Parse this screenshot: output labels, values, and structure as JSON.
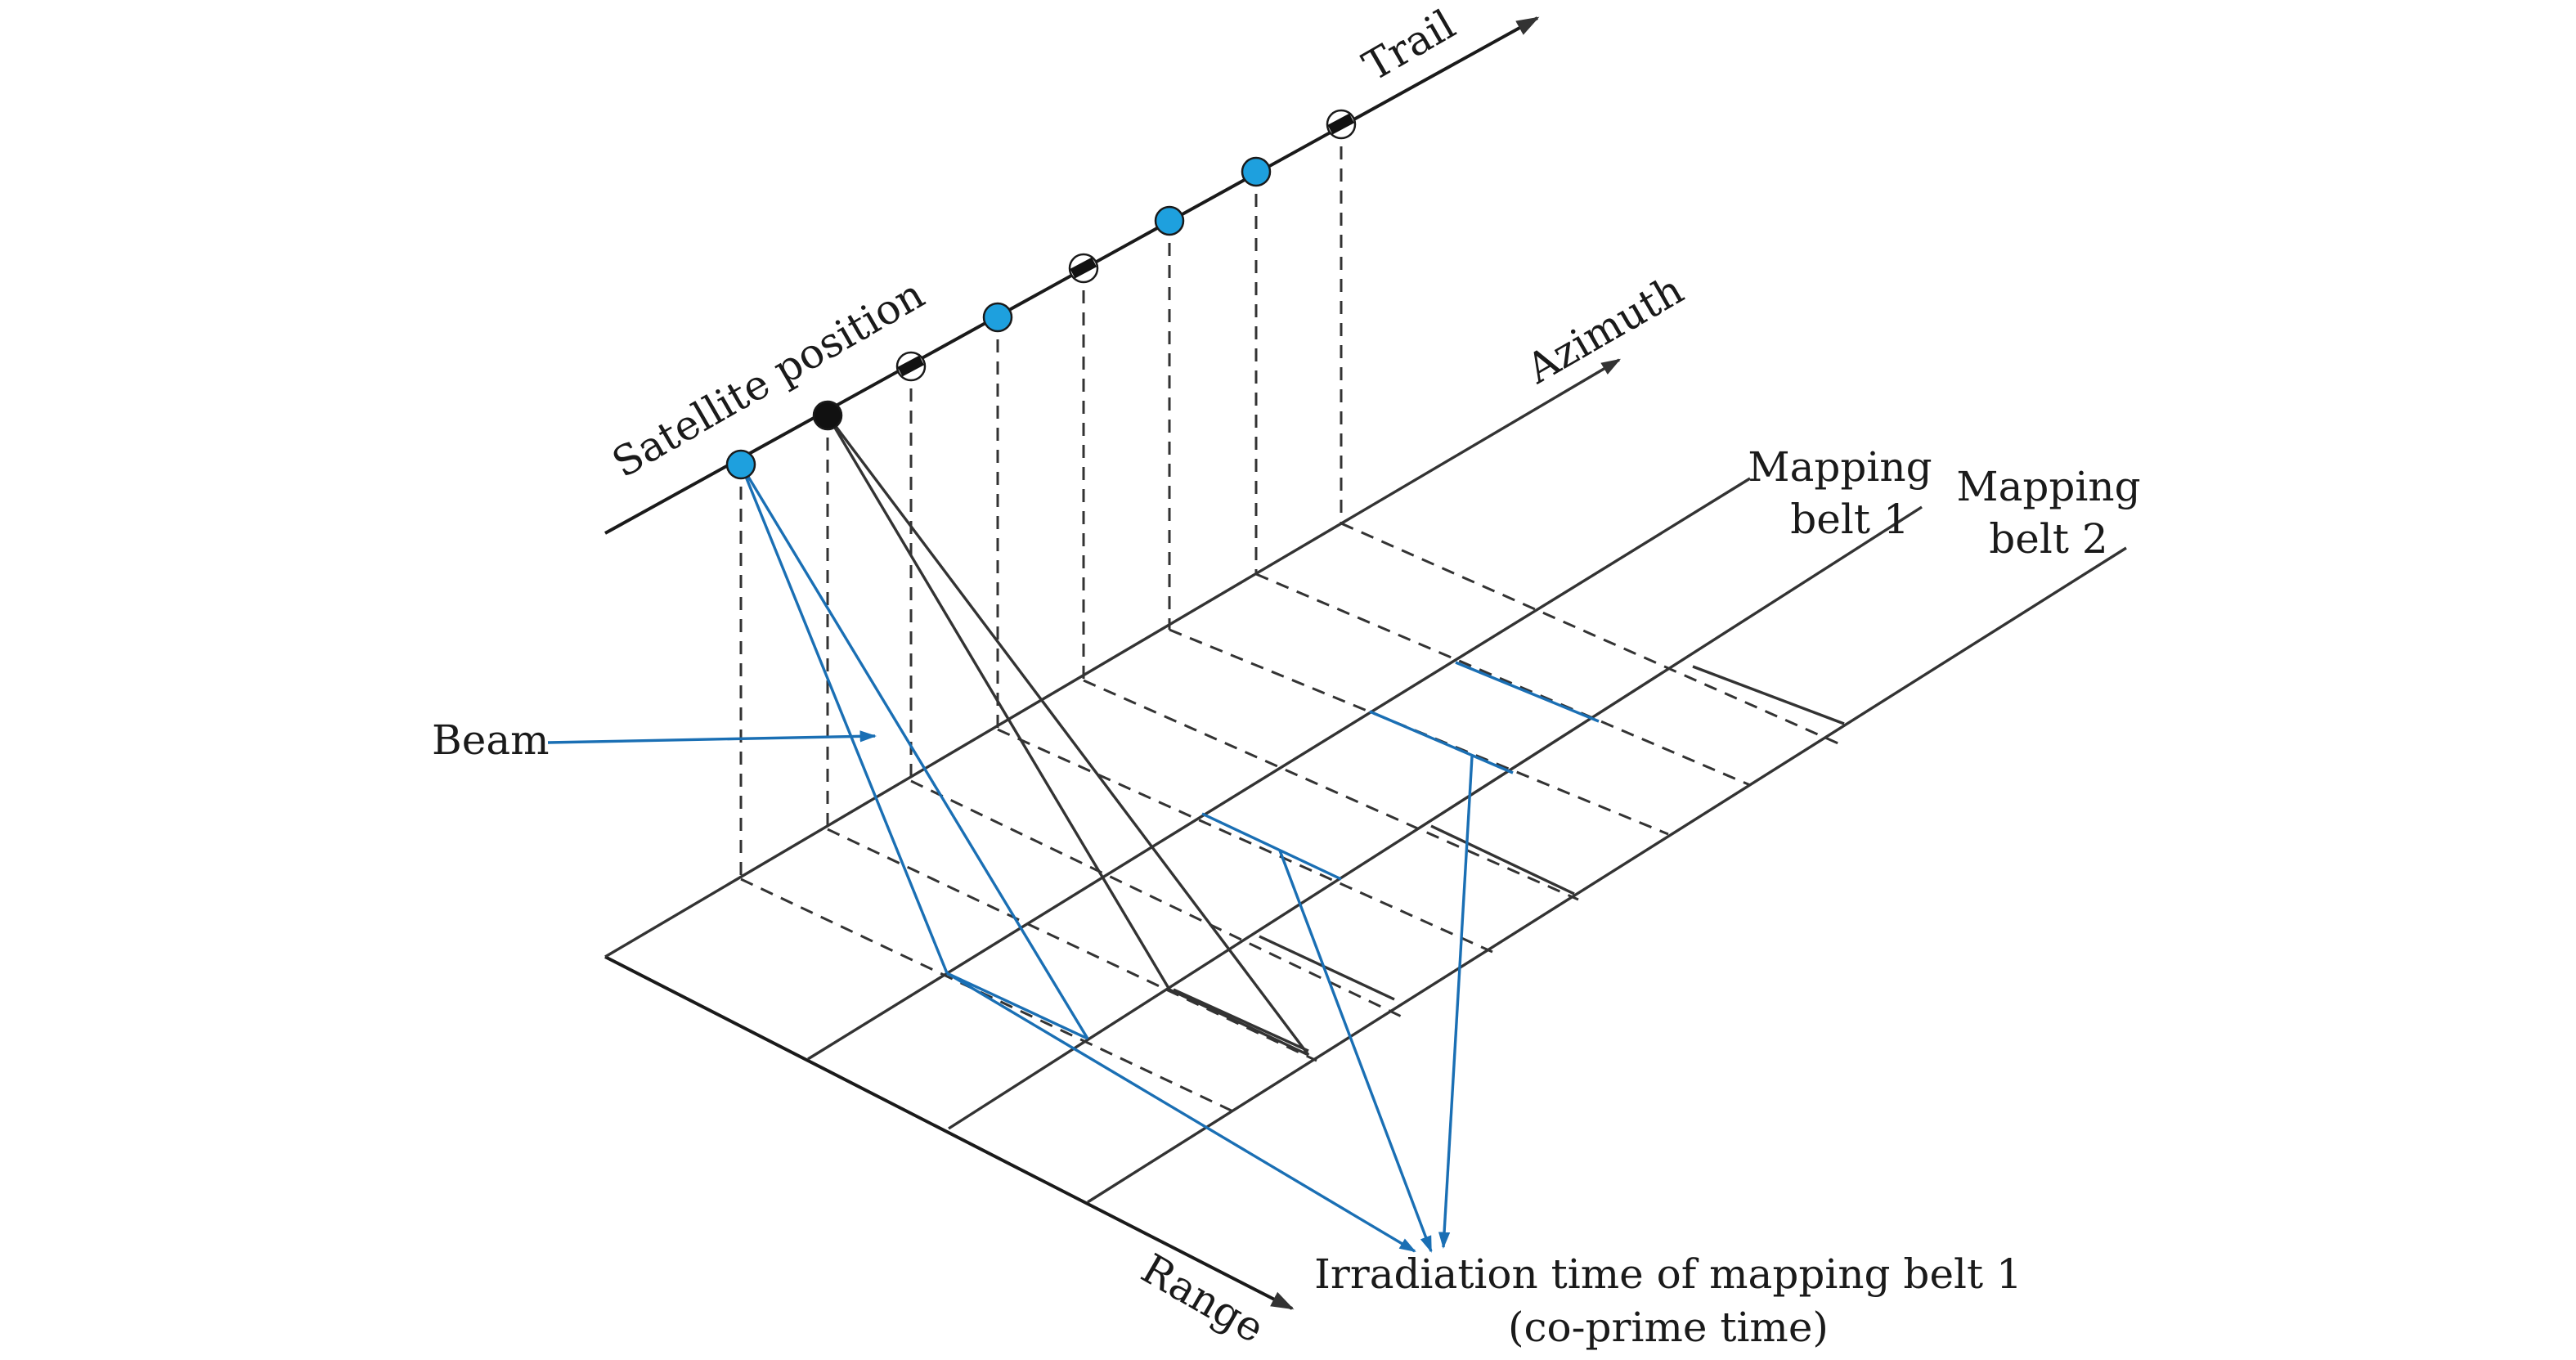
{
  "labels": {
    "trail": "Trail",
    "azimuth": "Azimuth",
    "satellite_position": "Satellite position",
    "range": "Range",
    "beam": "Beam",
    "belt1_line1": "Mapping",
    "belt1_line2": "belt 1",
    "belt2_line1": "Mapping",
    "belt2_line2": "belt 2",
    "irradiation_line1": "Irradiation time of mapping belt 1",
    "irradiation_line2": "(co-prime time)"
  },
  "colors": {
    "line": "#333333",
    "beam": "#1a6fb4",
    "satellite_blue": "#1ea0de",
    "satellite_black": "#111111"
  },
  "satellite_markers": [
    "blue",
    "black",
    "black",
    "blue",
    "black",
    "blue",
    "blue",
    "black"
  ]
}
